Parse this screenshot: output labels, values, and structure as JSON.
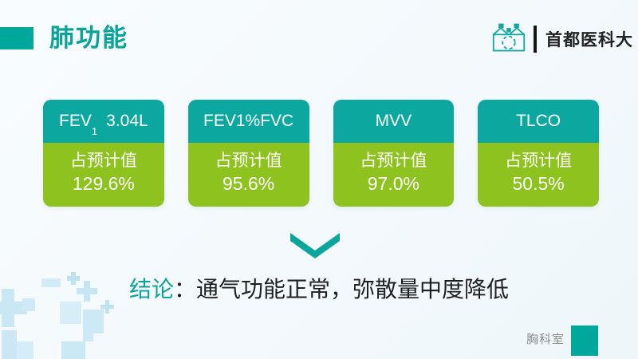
{
  "slide": {
    "title": "肺功能",
    "brand": {
      "name": "首都医科大",
      "icon": "hospital-building-icon"
    },
    "cards": [
      {
        "title_pre": "FEV",
        "title_sub": "1",
        "title_post": "3.04L",
        "label": "占预计值",
        "value": "129.6%"
      },
      {
        "title_pre": "FEV1%FVC",
        "title_sub": "",
        "title_post": "",
        "label": "占预计值",
        "value": "95.6%"
      },
      {
        "title_pre": "MVV",
        "title_sub": "",
        "title_post": "",
        "label": "占预计值",
        "value": "97.0%"
      },
      {
        "title_pre": "TLCO",
        "title_sub": "",
        "title_post": "",
        "label": "占预计值",
        "value": "50.5%"
      }
    ],
    "conclusion": {
      "prefix": "结论",
      "text": "：通气功能正常，弥散量中度降低"
    },
    "footer": {
      "department": "胸科室"
    },
    "colors": {
      "teal_accent": "#0aa39a",
      "card_header_teal": "#0ca8a0",
      "card_body_green": "#8dc21f",
      "block_teal": "#00a79b",
      "text_dark": "#1f1f1f",
      "footer_gray": "#8c8c8c",
      "decor_light_blue": "#c9e8f4",
      "background": "#f3f9fc"
    }
  }
}
